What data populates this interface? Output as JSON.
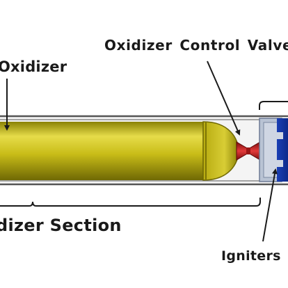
{
  "labels": {
    "oxidizer": "Oxidizer",
    "oxidizer_control_valve": "Oxidizer Control Valve",
    "section": "dizer Section",
    "igniters": "Igniters"
  },
  "colors": {
    "oxidizer_tank": "#c8bd16",
    "valve": "#c41c1c",
    "motor_body": "#b9c3d4",
    "fuel_grain": "#1236a8",
    "casing": "#5b5b5b"
  }
}
